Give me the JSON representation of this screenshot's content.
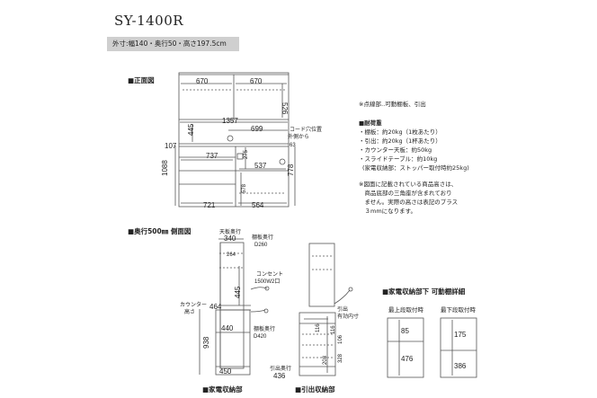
{
  "model": "SY-1400R",
  "size_label": "外寸:幅140・奥行50・高さ197.5cm",
  "front": {
    "heading": "■正面図",
    "dims": {
      "w_top_left": "670",
      "w_top_right": "670",
      "h_top": "526",
      "w_total": "1357",
      "w_mid": "699",
      "h_mid": "445",
      "h_counter_left": "107",
      "w_drawer": "737",
      "h_drawer_r": "275",
      "w_right_small": "537",
      "h_total": "1088",
      "h_low": "578",
      "h_right_low": "778",
      "w_low_left": "721",
      "w_low_right": "564",
      "cord_hole": "63"
    },
    "cord_note": "コード穴位置\n外側から"
  },
  "notes": {
    "dotted": "※点線部‥可動棚板、引出",
    "load_title": "■耐荷重",
    "loads": [
      "・棚板：約20kg（1枚あたり）",
      "・引出：約20kg（1杯あたり）",
      "・カウンター天板：約50kg",
      "・スライドテーブル：約10kg",
      "(家電収納部：ストッパー取付時約25kg)"
    ],
    "disclaimer": [
      "※図面に記載されている商品高さは、",
      "　商品底部の三角座が含まれており",
      "　ません。実際の高さは表記のプラス",
      "　３mmになります。"
    ]
  },
  "side": {
    "heading": "■奥行500㎜ 側面図",
    "top_depth_label": "天板奥行",
    "w_top": "340",
    "shelf_depth_top": "棚板奥行\nD260",
    "h_264": "264",
    "outlet": "コンセント\n1500W2口",
    "h_445": "445",
    "counter_label": "カウンター\n高さ",
    "w_464": "464",
    "w_440": "440",
    "shelf_depth_low": "棚板奥行\nD420",
    "h_938": "938",
    "w_450": "450",
    "appliance_label": "■家電収納部"
  },
  "drawer_side": {
    "drawer_depth": "引出\n有効内寸",
    "h_116": "116",
    "h_116b": "116",
    "h_106": "106",
    "h_328": "328",
    "h_203": "203",
    "pull_depth": "引出奥行",
    "w_436": "436",
    "label": "■引出収納部"
  },
  "detail": {
    "heading": "■家電収納部下 可動棚詳細",
    "top_caption": "最上段取付時",
    "bottom_caption": "最下段取付時",
    "top_upper": "85",
    "top_lower": "476",
    "bottom_upper": "175",
    "bottom_lower": "386"
  }
}
